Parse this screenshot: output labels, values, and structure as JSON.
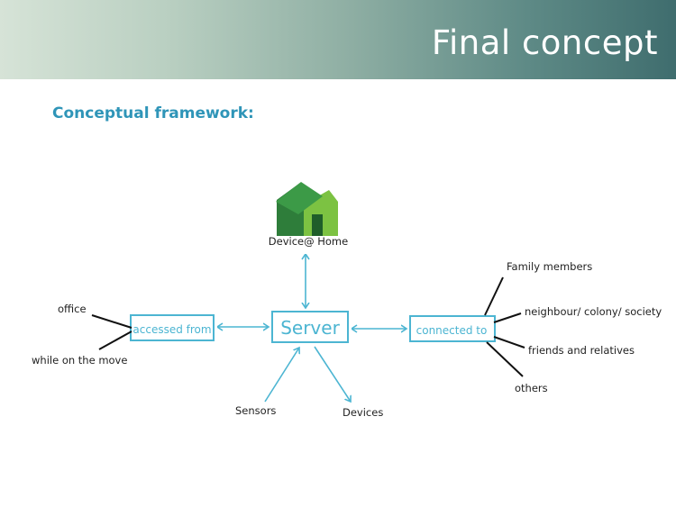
{
  "slide": {
    "title": "Final concept",
    "subtitle": "Conceptual framework:"
  },
  "diagram": {
    "center": {
      "label": "Server"
    },
    "left_box": {
      "label": "accessed from"
    },
    "right_box": {
      "label": "connected to"
    },
    "home": {
      "label": "Device@ Home",
      "icon": "house-icon"
    },
    "left_items": [
      "office",
      "while on the move"
    ],
    "right_items": [
      "Family members",
      "neighbour/ colony/ society",
      "friends and relatives",
      "others"
    ],
    "bottom_items": [
      "Sensors",
      "Devices"
    ]
  },
  "colors": {
    "accent": "#4cb5d2",
    "subtitle": "#2f95b8",
    "house_dark": "#2e7d3a",
    "house_light": "#7cc242"
  }
}
